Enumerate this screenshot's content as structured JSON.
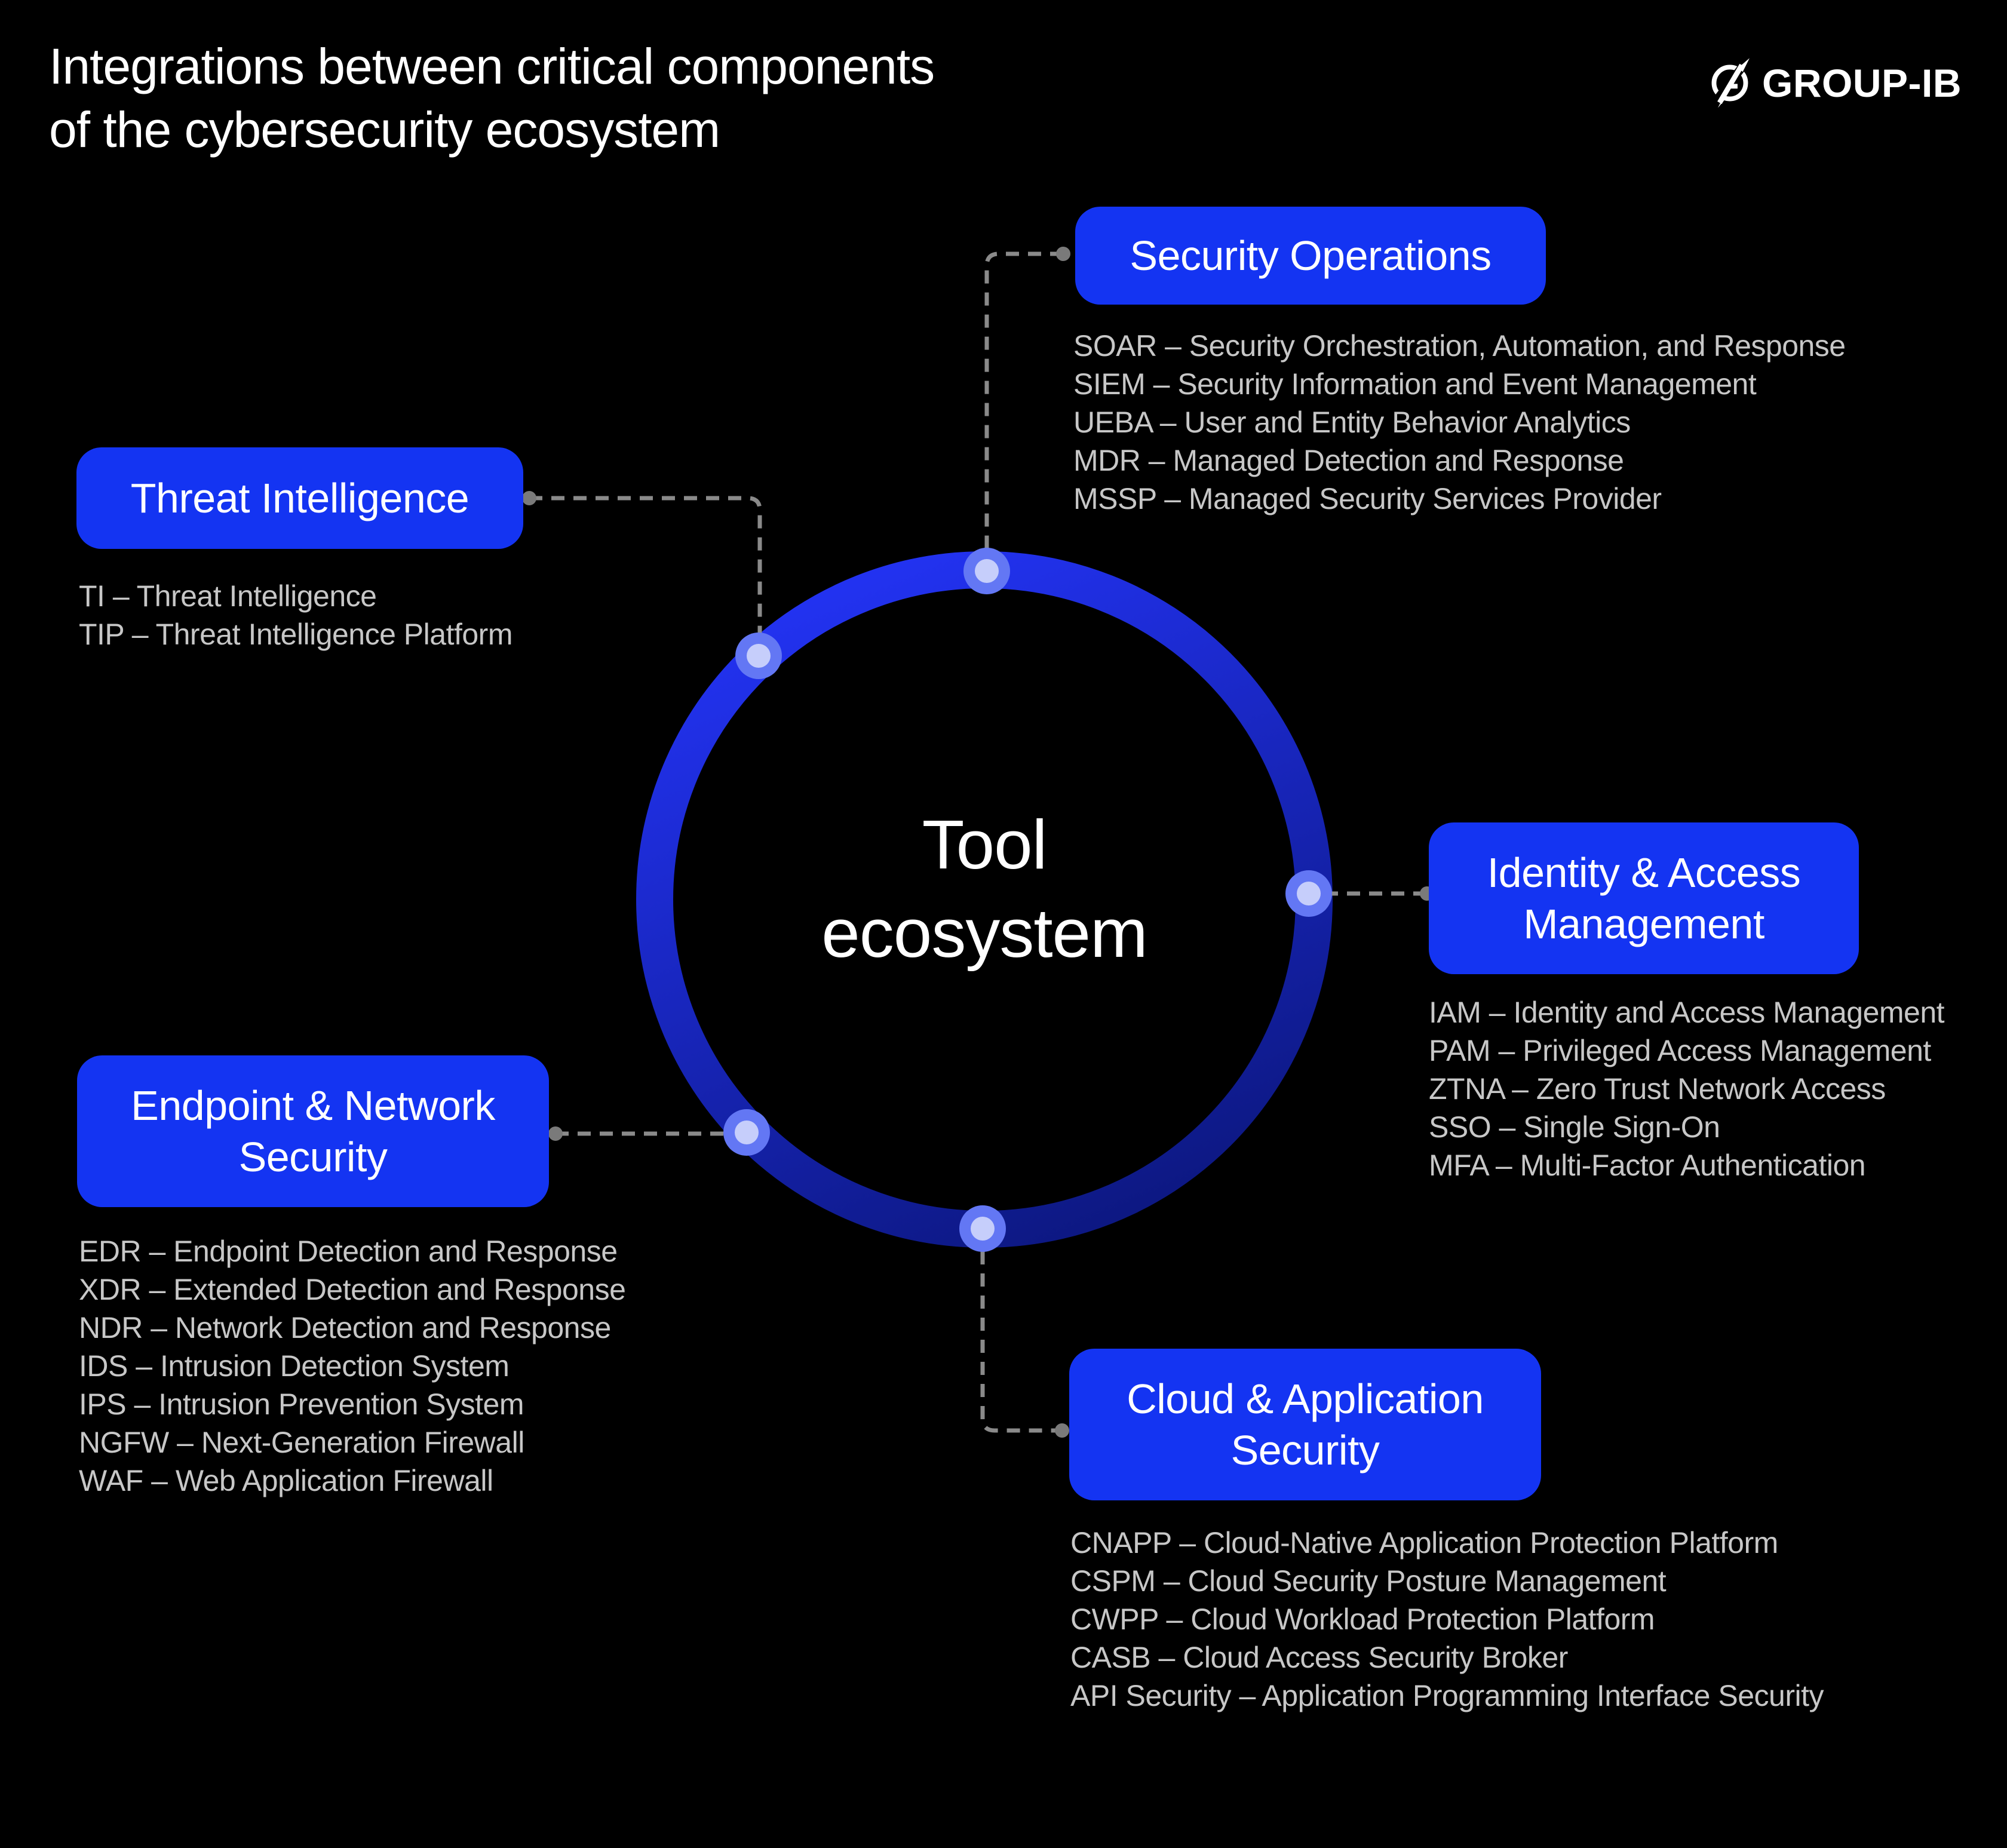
{
  "title": {
    "line1": "Integrations between critical components",
    "line2": "of the cybersecurity ecosystem"
  },
  "logo": {
    "brand": "GROUP-IB"
  },
  "center": {
    "line1": "Tool",
    "line2": "ecosystem"
  },
  "colors": {
    "background": "#000000",
    "pill_blue": "#1434f2",
    "ring_gradient_start": "#2232f0",
    "ring_gradient_end": "#0c177e",
    "node_outer": "#6377f4",
    "node_inner": "#c6cefb",
    "list_text": "#c7c7c7",
    "connector_dash": "#8a8a8a",
    "connector_dot": "#7a7a7a",
    "title_text": "#ffffff"
  },
  "sections": {
    "threat_intelligence": {
      "label": "Threat Intelligence",
      "items": [
        "TI – Threat Intelligence",
        "TIP – Threat Intelligence Platform"
      ]
    },
    "security_operations": {
      "label": "Security Operations",
      "items": [
        "SOAR – Security Orchestration, Automation, and Response",
        "SIEM – Security Information and Event Management",
        "UEBA – User and Entity Behavior Analytics",
        "MDR – Managed Detection and Response",
        "MSSP – Managed Security Services Provider"
      ]
    },
    "identity_access_management": {
      "label": "Identity & Access Management",
      "items": [
        "IAM – Identity and Access Management",
        "PAM – Privileged Access Management",
        "ZTNA – Zero Trust Network Access",
        "SSO – Single Sign-On",
        "MFA – Multi-Factor Authentication"
      ]
    },
    "endpoint_network_security": {
      "label": "Endpoint & Network Security",
      "items": [
        "EDR – Endpoint Detection and Response",
        "XDR – Extended Detection and Response",
        "NDR – Network Detection and Response",
        "IDS – Intrusion Detection System",
        "IPS – Intrusion Prevention System",
        "NGFW – Next-Generation Firewall",
        "WAF – Web Application Firewall"
      ]
    },
    "cloud_application_security": {
      "label": "Cloud & Application Security",
      "items": [
        "CNAPP – Cloud-Native Application Protection Platform",
        "CSPM – Cloud Security Posture Management",
        "CWPP – Cloud Workload Protection Platform",
        "CASB – Cloud Access Security Broker",
        "API Security – Application Programming Interface Security"
      ]
    }
  }
}
